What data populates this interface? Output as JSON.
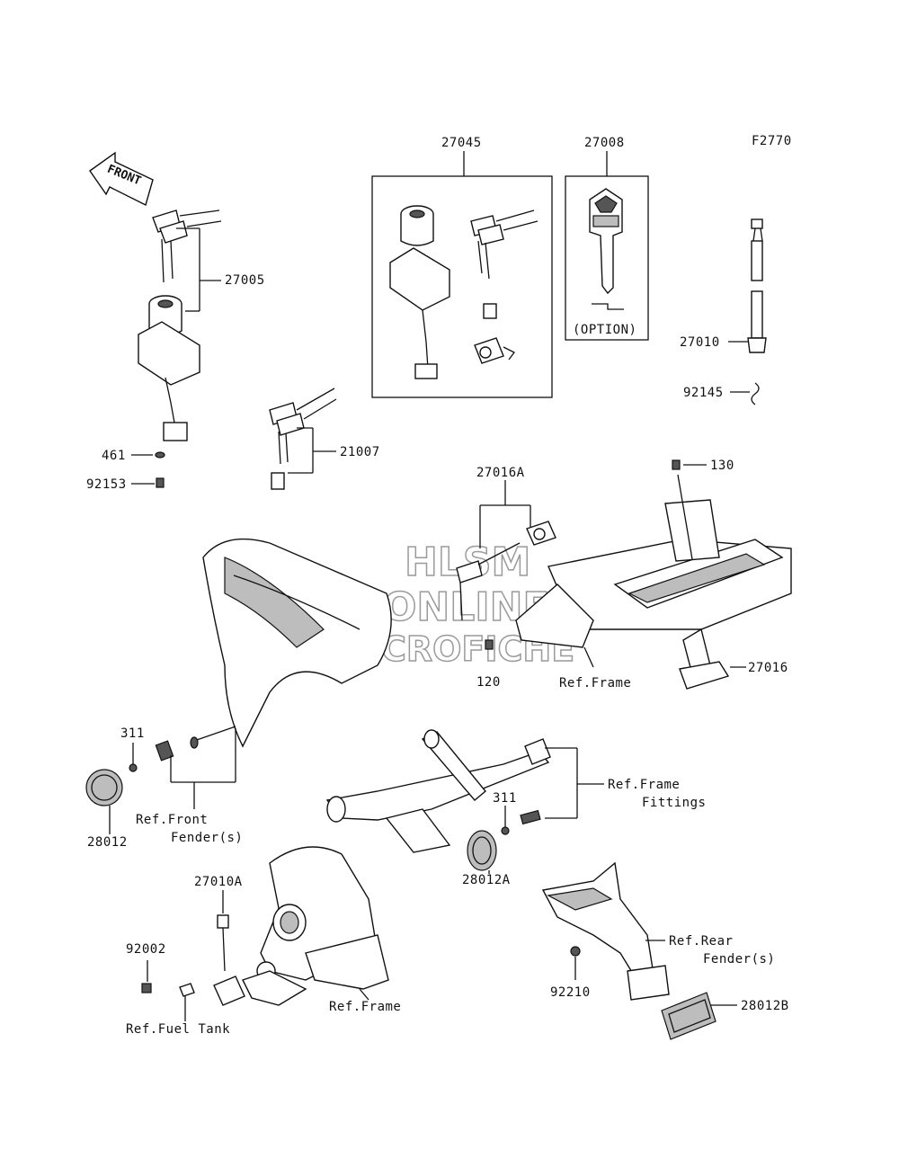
{
  "diagram_code": "F2770",
  "front_arrow_label": "FRONT",
  "option_label": "(OPTION)",
  "watermark": [
    "HLSM",
    "ONLINE",
    "MICROFICHE"
  ],
  "labels": {
    "p27045": "27045",
    "p27008": "27008",
    "p27005": "27005",
    "p27010": "27010",
    "p92145": "92145",
    "p461": "461",
    "p92153": "92153",
    "p21007": "21007",
    "p130": "130",
    "p27016A": "27016A",
    "p27016": "27016",
    "p120": "120",
    "ref_frame_top": "Ref.Frame",
    "p311_left": "311",
    "p28012": "28012",
    "ref_front_fender_1": "Ref.Front",
    "ref_front_fender_2": "Fender(s)",
    "ref_frame_fittings_1": "Ref.Frame",
    "ref_frame_fittings_2": "Fittings",
    "p311_right": "311",
    "p28012A": "28012A",
    "p27010A": "27010A",
    "p92002": "92002",
    "ref_fuel_tank": "Ref.Fuel Tank",
    "ref_frame_bottom": "Ref.Frame",
    "ref_rear_fender_1": "Ref.Rear",
    "ref_rear_fender_2": "Fender(s)",
    "p92210": "92210",
    "p28012B": "28012B"
  }
}
